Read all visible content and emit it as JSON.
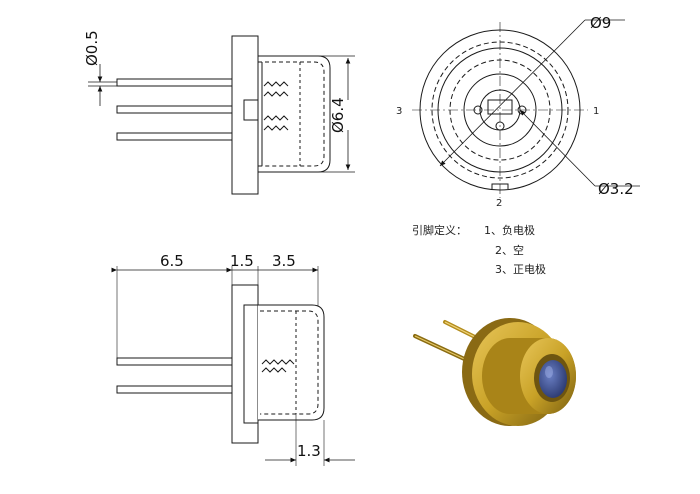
{
  "side_view": {
    "dim_pin_dia": "Ø0.5",
    "dim_cap_dia": "Ø6.4"
  },
  "front_view": {
    "dim_outer": "Ø9",
    "dim_inner": "Ø3.2",
    "pin_labels": [
      "3",
      "1",
      "2"
    ]
  },
  "pin_definition": {
    "title": "引脚定义：",
    "items": [
      "1、负电极",
      "2、空",
      "3、正电极"
    ]
  },
  "bottom_view": {
    "dim_lead": "6.5",
    "dim_flange": "1.5",
    "dim_cap": "3.5",
    "dim_window": "1.3"
  },
  "colors": {
    "line": "#1a1a1a",
    "gold": "#c9a227",
    "gold_dark": "#7a5f10",
    "lens": "#3b4d8f"
  }
}
